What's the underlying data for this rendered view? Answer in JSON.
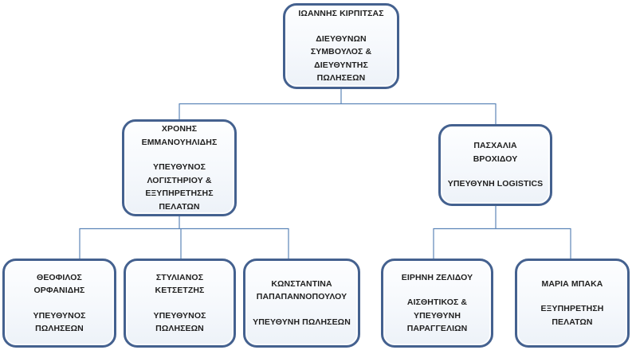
{
  "diagram": {
    "type": "org-chart",
    "colors": {
      "node_border": "#44618f",
      "node_fill_top": "#fdfeff",
      "node_fill_bottom": "#edf2f8",
      "connector": "#5c85b8",
      "text": "#1f1f1f",
      "background": "#ffffff"
    },
    "nodes": [
      {
        "id": "ceo",
        "name": "ΙΩΑΝΝΗΣ ΚΙΡΠΙΤΣΑΣ",
        "title": "ΔΙΕΥΘΥΝΩΝ\nΣΥΜΒΟΥΛΟΣ &\nΔΙΕΥΘΥΝΤΗΣ\nΠΩΛΗΣΕΩΝ",
        "reports_to": null
      },
      {
        "id": "l2a",
        "name": "ΧΡΟΝΗΣ\nΕΜΜΑΝΟΥΗΛΙΔΗΣ",
        "title": "ΥΠΕΥΘΥΝΟΣ\nΛΟΓΙΣΤΗΡΙΟΥ &\nΕΞΥΠΗΡΕΤΗΣΗΣ\nΠΕΛΑΤΩΝ",
        "reports_to": "ceo"
      },
      {
        "id": "l2b",
        "name": "ΠΑΣΧΑΛΙΑ\nΒΡΟΧΙΔΟΥ",
        "title": "ΥΠΕΥΘΥΝΗ LOGISTICS",
        "reports_to": "ceo"
      },
      {
        "id": "b1",
        "name": "ΘΕΟΦΙΛΟΣ\nΟΡΦΑΝΙΔΗΣ",
        "title": "ΥΠΕΥΘΥΝΟΣ\nΠΩΛΗΣΕΩΝ",
        "reports_to": "l2a"
      },
      {
        "id": "b2",
        "name": "ΣΤΥΛΙΑΝΟΣ\nΚΕΤΣΕΤΖΗΣ",
        "title": "ΥΠΕΥΘΥΝΟΣ\nΠΩΛΗΣΕΩΝ",
        "reports_to": "l2a"
      },
      {
        "id": "b3",
        "name": "ΚΩΝΣΤΑΝΤΙΝΑ\nΠΑΠΑΠΑΝΝΟΠΟΥΛΟΥ",
        "title": "ΥΠΕΥΘΥΝΗ ΠΩΛΗΣΕΩΝ",
        "reports_to": "l2a"
      },
      {
        "id": "b4",
        "name": "ΕΙΡΗΝΗ ΖΕΛΙΔΟΥ",
        "title": "ΑΙΣΘΗΤΙΚΟΣ &\nΥΠΕΥΘΥΝΗ\nΠΑΡΑΓΓΕΛΙΩΝ",
        "reports_to": "l2b"
      },
      {
        "id": "b5",
        "name": "ΜΑΡΙΑ ΜΠΑΚΑ",
        "title": "ΕΞΥΠΗΡΕΤΗΣΗ\nΠΕΛΑΤΩΝ",
        "reports_to": "l2b"
      }
    ]
  }
}
